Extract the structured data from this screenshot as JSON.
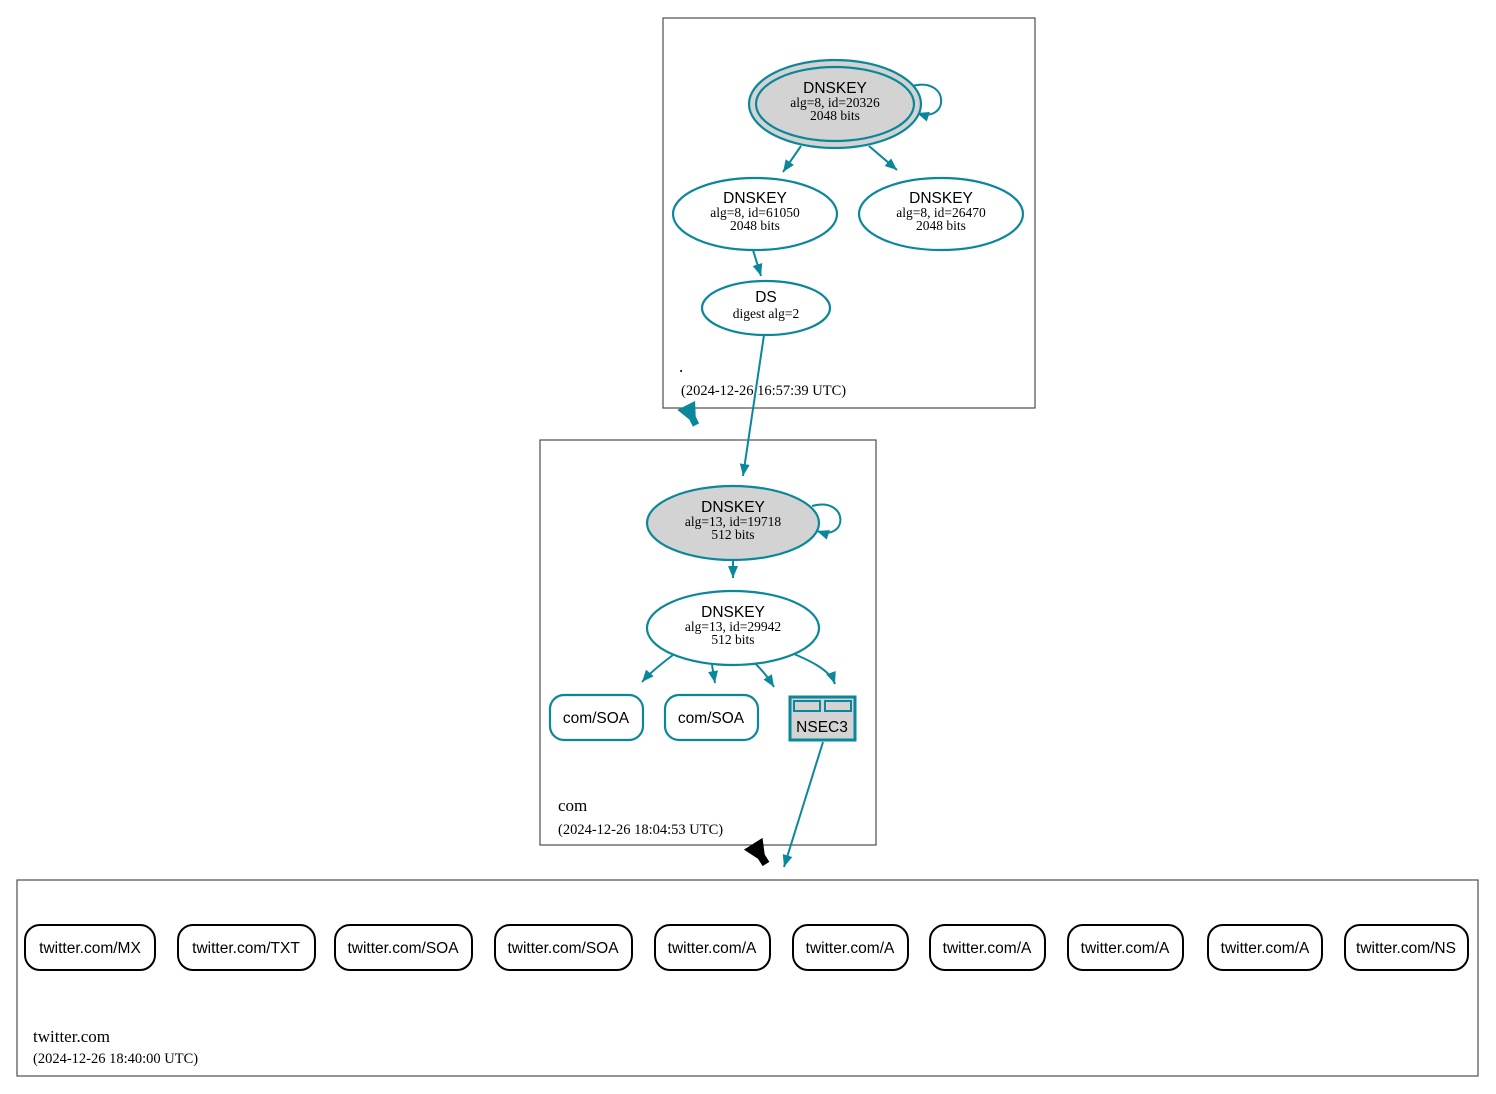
{
  "colors": {
    "secure_teal": "#0a879a",
    "insecure_black": "#000000",
    "ksk_fill_gray": "#d3d3d3",
    "zone_box_border": "#4d4d4d"
  },
  "zones": [
    {
      "label": ".",
      "timestamp": "(2024-12-26 16:57:39 UTC)",
      "nodes": {
        "ksk": {
          "title": "DNSKEY",
          "detail1": "alg=8, id=20326",
          "detail2": "2048 bits"
        },
        "zsk1": {
          "title": "DNSKEY",
          "detail1": "alg=8, id=61050",
          "detail2": "2048 bits"
        },
        "zsk2": {
          "title": "DNSKEY",
          "detail1": "alg=8, id=26470",
          "detail2": "2048 bits"
        },
        "ds": {
          "title": "DS",
          "detail1": "digest alg=2"
        }
      }
    },
    {
      "label": "com",
      "timestamp": "(2024-12-26 18:04:53 UTC)",
      "nodes": {
        "ksk": {
          "title": "DNSKEY",
          "detail1": "alg=13, id=19718",
          "detail2": "512 bits"
        },
        "zsk": {
          "title": "DNSKEY",
          "detail1": "alg=13, id=29942",
          "detail2": "512 bits"
        },
        "soa1": {
          "label": "com/SOA"
        },
        "soa2": {
          "label": "com/SOA"
        },
        "nsec3": {
          "label": "NSEC3"
        }
      }
    },
    {
      "label": "twitter.com",
      "timestamp": "(2024-12-26 18:40:00 UTC)",
      "rrsets": [
        "twitter.com/MX",
        "twitter.com/TXT",
        "twitter.com/SOA",
        "twitter.com/SOA",
        "twitter.com/A",
        "twitter.com/A",
        "twitter.com/A",
        "twitter.com/A",
        "twitter.com/A",
        "twitter.com/NS"
      ]
    }
  ]
}
